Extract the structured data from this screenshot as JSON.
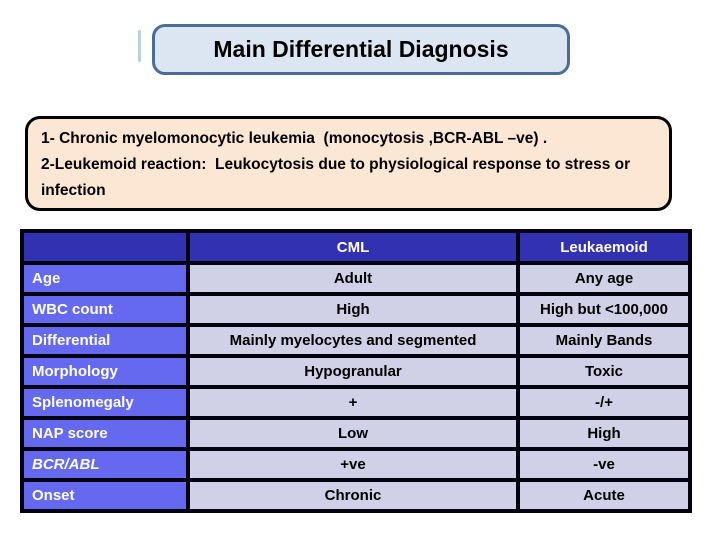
{
  "slide": {
    "title": "Main Differential Diagnosis",
    "notes": [
      "1- Chronic myelomonocytic leukemia  (monocytosis ,BCR-ABL –ve) .",
      "2-Leukemoid reaction:  Leukocytosis due to physiological response to stress or infection"
    ]
  },
  "table": {
    "columns": [
      "",
      "CML",
      "Leukaemoid"
    ],
    "rows": [
      {
        "label": "Age",
        "cml": "Adult",
        "leukaemoid": "Any age"
      },
      {
        "label": "WBC count",
        "cml": "High",
        "leukaemoid": "High but <100,000"
      },
      {
        "label": "Differential",
        "cml": "Mainly myelocytes and segmented",
        "leukaemoid": "Mainly Bands"
      },
      {
        "label": "Morphology",
        "cml": "Hypogranular",
        "leukaemoid": "Toxic"
      },
      {
        "label": "Splenomegaly",
        "cml": "+",
        "leukaemoid": "-/+"
      },
      {
        "label": "NAP score",
        "cml": "Low",
        "leukaemoid": "High"
      },
      {
        "label": "BCR/ABL",
        "cml": "+ve",
        "leukaemoid": "-ve"
      },
      {
        "label": "Onset",
        "cml": "Chronic",
        "leukaemoid": "Acute"
      }
    ]
  },
  "colors": {
    "header_bg": "#3231b2",
    "row_label_bg": "#6469f0",
    "data_cell_bg": "#d0d1e6",
    "table_border": "#020210",
    "title_fill": "#dce6f2",
    "title_border": "#4a6c96",
    "note_fill": "#fce6d4",
    "note_border": "#000000"
  }
}
